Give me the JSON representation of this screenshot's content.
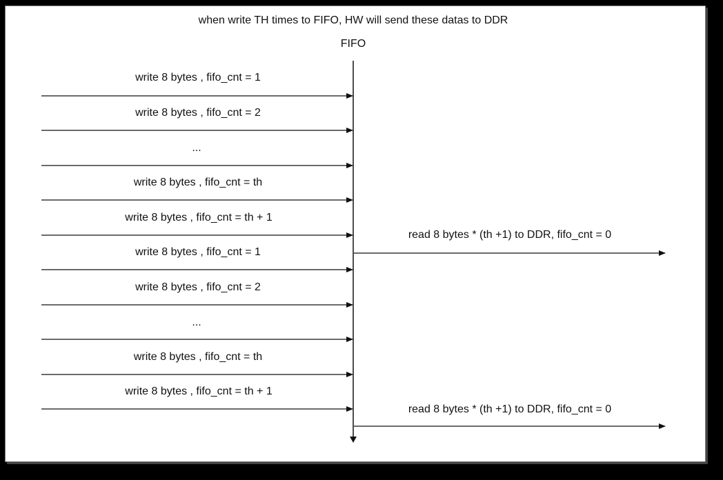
{
  "title": "when write TH times to FIFO, HW will send these datas to DDR",
  "fifo_label": "FIFO",
  "write_events": [
    "write 8 bytes , fifo_cnt = 1",
    "write 8 bytes , fifo_cnt = 2",
    "...",
    "write 8 bytes , fifo_cnt = th",
    "write 8 bytes , fifo_cnt = th + 1",
    "write 8 bytes , fifo_cnt = 1",
    "write 8 bytes , fifo_cnt = 2",
    "...",
    "write 8 bytes , fifo_cnt = th",
    "write 8 bytes , fifo_cnt = th + 1"
  ],
  "read_events": [
    "read 8 bytes * (th +1) to DDR, fifo_cnt = 0",
    "read 8 bytes * (th +1) to DDR, fifo_cnt = 0"
  ]
}
